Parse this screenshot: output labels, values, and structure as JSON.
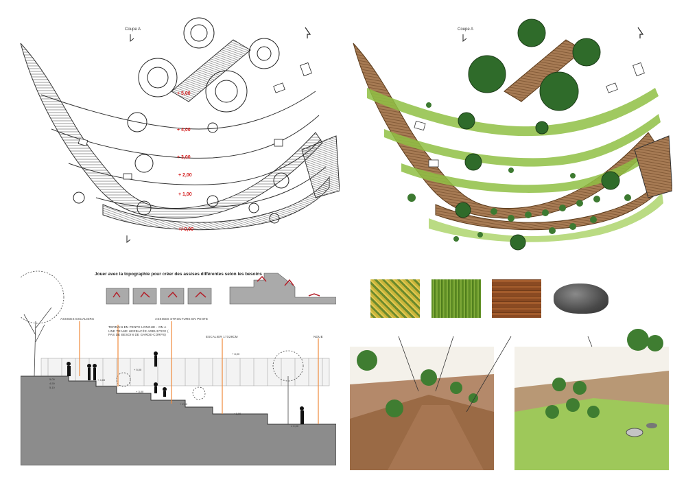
{
  "plan_bw": {
    "coupe_label": "Coupe A",
    "elevations": [
      "+ 5,00",
      "+ 4,00",
      "+ 3,00",
      "+ 2,00",
      "+ 1,00",
      "+/-0,00"
    ]
  },
  "plan_color": {
    "coupe_label": "Coupe A"
  },
  "section": {
    "title": "Jouer avec la topographie pour créer des assises différentes selon les besoins",
    "annotations": {
      "assises_escaliers": "Assises escaliers",
      "terrain_pente": "Terrain en pente longue - On a une trame herbacée arbustive ( pas de besoin de garde-corps)",
      "assises_structure": "Assises structure en pente",
      "escalier": "Escalier 17X28cm",
      "noue": "Noue"
    },
    "levels": {
      "left_stack_1": "5,00",
      "left_stack_2": "4,50",
      "left_stack_3": "5,10",
      "plus_400": "+ 4,00",
      "plus_500": "+ 5,00",
      "plus_300": "+ 3,00",
      "plus_200": "+ 2,00",
      "plus_800": "+ 8,00",
      "plus_100": "+ 1,00",
      "zero": "± 0,00"
    }
  },
  "materials": {
    "swatches": [
      "wildflower-meadow",
      "grass",
      "timber-decking",
      "stone"
    ],
    "colors": {
      "meadow": "#b7a640",
      "grass": "#6f9a2b",
      "wood": "#8a4a22",
      "stone": "#5a5a5a",
      "elevation_red": "#d42020",
      "section_grey": "#8c8c8c",
      "leader_orange": "#f08a3c"
    }
  }
}
